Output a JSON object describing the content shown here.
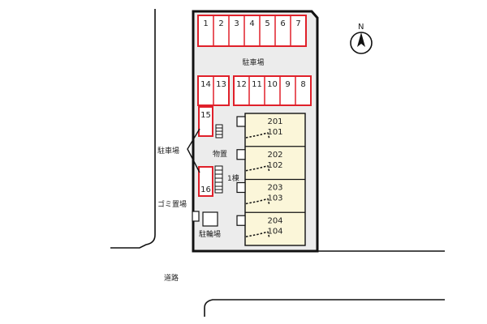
{
  "parking_top_row": [
    "1",
    "2",
    "3",
    "4",
    "5",
    "6",
    "7"
  ],
  "parking_left_pair": [
    "14",
    "13"
  ],
  "parking_right_row": [
    "12",
    "11",
    "10",
    "9",
    "8"
  ],
  "parking_side": [
    "15",
    "16"
  ],
  "labels": {
    "parking_area": "駐車場",
    "parking_side": "駐車場",
    "storage": "物置",
    "building": "1棟",
    "garbage": "ゴミ置場",
    "bicycle": "駐輪場",
    "road": "道路",
    "north": "N"
  },
  "units": [
    {
      "upper": "201",
      "lower": "101"
    },
    {
      "upper": "202",
      "lower": "102"
    },
    {
      "upper": "203",
      "lower": "103"
    },
    {
      "upper": "204",
      "lower": "104"
    }
  ],
  "colors": {
    "lot_fill": "#ececec",
    "stall_border": "#e0202a",
    "stall_fill": "#ffffff",
    "building_fill": "#fbf6d9",
    "outline": "#111111"
  }
}
